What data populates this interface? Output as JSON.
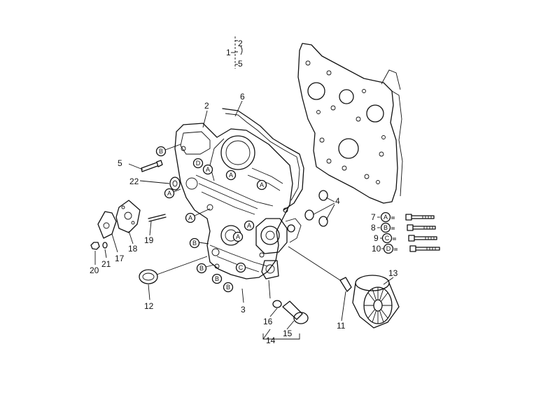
{
  "callouts": [
    {
      "id": "n1",
      "text": "1"
    },
    {
      "id": "n2a",
      "text": "2"
    },
    {
      "id": "n5a",
      "text": "5"
    },
    {
      "id": "n2",
      "text": "2"
    },
    {
      "id": "n6",
      "text": "6"
    },
    {
      "id": "n5",
      "text": "5"
    },
    {
      "id": "n22",
      "text": "22"
    },
    {
      "id": "n4",
      "text": "4"
    },
    {
      "id": "n19",
      "text": "19"
    },
    {
      "id": "n18",
      "text": "18"
    },
    {
      "id": "n17",
      "text": "17"
    },
    {
      "id": "n21",
      "text": "21"
    },
    {
      "id": "n20",
      "text": "20"
    },
    {
      "id": "n12",
      "text": "12"
    },
    {
      "id": "n3",
      "text": "3"
    },
    {
      "id": "n16",
      "text": "16"
    },
    {
      "id": "n15",
      "text": "15"
    },
    {
      "id": "n14",
      "text": "14"
    },
    {
      "id": "n11",
      "text": "11"
    },
    {
      "id": "n13",
      "text": "13"
    },
    {
      "id": "n7",
      "text": "7"
    },
    {
      "id": "n8",
      "text": "8"
    },
    {
      "id": "n9",
      "text": "9"
    },
    {
      "id": "n10",
      "text": "10"
    }
  ],
  "bolt_letters": {
    "A": "A",
    "B": "B",
    "C": "C",
    "D": "D"
  },
  "legend": [
    {
      "num": "7",
      "letter": "A"
    },
    {
      "num": "8",
      "letter": "B"
    },
    {
      "num": "9",
      "letter": "C"
    },
    {
      "num": "10",
      "letter": "D"
    }
  ]
}
